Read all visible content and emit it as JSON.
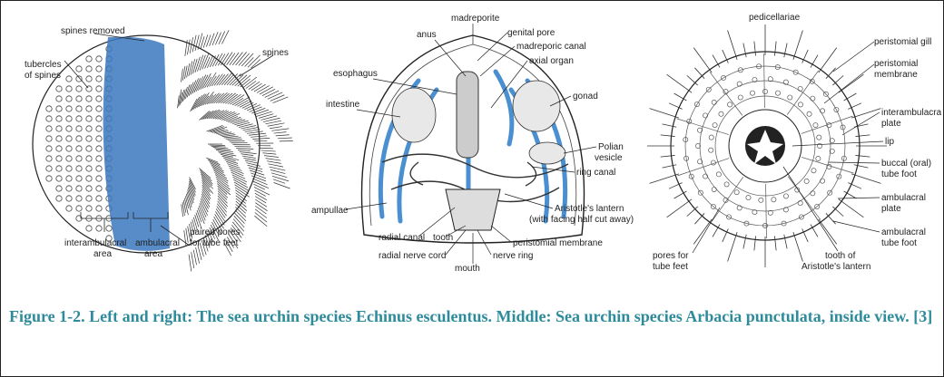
{
  "left_panel": {
    "labels": {
      "spines_removed": "spines removed",
      "spines": "spines",
      "tubercles_1": "tubercles",
      "tubercles_2": "of spines",
      "paired_1": "paired pores",
      "paired_2": "for tube feet",
      "inter_1": "interambulacral",
      "inter_2": "area",
      "amb_1": "ambulacral",
      "amb_2": "area"
    }
  },
  "middle_panel": {
    "labels": {
      "madreporite": "madreporite",
      "anus": "anus",
      "genital_pore": "genital pore",
      "madreporic_canal": "madreporic canal",
      "axial_organ": "axial organ",
      "esophagus": "esophagus",
      "intestine": "intestine",
      "gonad": "gonad",
      "polian_1": "Polian",
      "polian_2": "vesicle",
      "ring_canal": "ring canal",
      "lantern_1": "Aristotle's lantern",
      "lantern_2": "(with facing half cut away)",
      "ampullae": "ampullae",
      "radial_canal": "radial canal",
      "tooth": "tooth",
      "peristomial_membrane": "peristomial membrane",
      "radial_nerve_cord": "radial nerve cord",
      "nerve_ring": "nerve ring",
      "mouth": "mouth"
    }
  },
  "right_panel": {
    "labels": {
      "pedicellariae": "pedicellariae",
      "peristomial_gill": "peristomial gill",
      "peri_mem_1": "peristomial",
      "peri_mem_2": "membrane",
      "inter_plate_1": "interambulacral",
      "inter_plate_2": "plate",
      "lip": "lip",
      "buccal_1": "buccal (oral)",
      "buccal_2": "tube foot",
      "amb_plate_1": "ambulacral",
      "amb_plate_2": "plate",
      "amb_foot_1": "ambulacral",
      "amb_foot_2": "tube foot",
      "pores_1": "pores for",
      "pores_2": "tube feet",
      "tooth_1": "tooth of",
      "tooth_2": "Aristotle's lantern"
    }
  },
  "caption": "Figure 1-2. Left and right: The sea urchin species Echinus esculentus. Middle: Sea urchin species Arbacia punctulata, inside view. [3]"
}
